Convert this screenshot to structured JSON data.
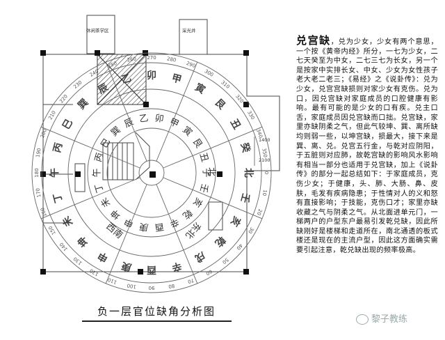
{
  "title": "兑宫缺",
  "body_text": "，兑为少女，少女有两个意思，一个按《黄帝内经》所分，一七为少女，二七天癸至为中女，二七三七为长女，另一个是按家中实排长女、中女、少女为女性孩子老大老二老三；《易经》之《说卦传》：兑为少女，兑宫宫缺损则对家少女有克伤。兑为口，因兑宫缺对家庭成员的口腔健康有影响。最有可能的是少女的口有疾。兑主口舌，家庭成员因兑宫缺而口拙。兑宫缺，家里亦缺阴柔之气，但此气较坤、巽、离所缺均则弱一些，以坤宫缺，损最大，接下来是巽、离、兑。兑宫五行金，与乾对应阴阳，于五脏则对应肺，故乾宫缺的影响风水影响有相当一部分也适用于兑宫缺，加上《说卦传》的部分一起总结如下：于家庭成员，克伤少女；于健康，头、肺、大肠、鼻、皮肤，毛发有疾病隐患；于性情对人的义和怒有直接影响；于技能，克伤口才；家里亦缺收藏之气与阴柔之气。从北面进单元门，一梯两户的户型东户最易引发乾兑缺，因此所缺刚好是楼梯和走道所在，南北通透的板式楼还是现在的主流户型，因此这方面确实需要引起注意，乾兑缺出现的频率极高。",
  "caption": "负一层官位缺角分析图",
  "watermark": "黎子教练",
  "plan_labels": {
    "top_left_room": "休闲茶学区",
    "top_right_room": "采光井",
    "scale_a": "1400",
    "scale_b": "2100"
  },
  "outer_ring_chars": [
    "北",
    "壬",
    "亥",
    "乾",
    "戌",
    "辛",
    "酉",
    "庚",
    "申",
    "坤",
    "未",
    "丁",
    "午",
    "丙",
    "巳",
    "巽",
    "辰",
    "乙",
    "卯",
    "甲",
    "寅",
    "艮",
    "丑",
    "癸"
  ],
  "inner_ring_chars": [
    "子",
    "壬",
    "亥",
    "乾",
    "辛",
    "酉",
    "庚",
    "申",
    "坤",
    "未",
    "丁",
    "午",
    "丙",
    "巳",
    "巽",
    "辰",
    "乙",
    "卯",
    "甲",
    "寅",
    "艮",
    "丑"
  ],
  "degree_labels": [
    "0",
    "10",
    "20",
    "30",
    "40",
    "50",
    "60",
    "70",
    "80",
    "90",
    "100",
    "110",
    "120",
    "130",
    "140",
    "150",
    "160",
    "170",
    "180",
    "190",
    "200",
    "210",
    "220",
    "230",
    "240",
    "250",
    "260",
    "270",
    "280",
    "290",
    "300",
    "310",
    "320",
    "330",
    "340",
    "350"
  ],
  "sector_labels": [
    "西南",
    "北",
    "东北"
  ],
  "colors": {
    "hatch": "#333333",
    "line": "#555555"
  }
}
